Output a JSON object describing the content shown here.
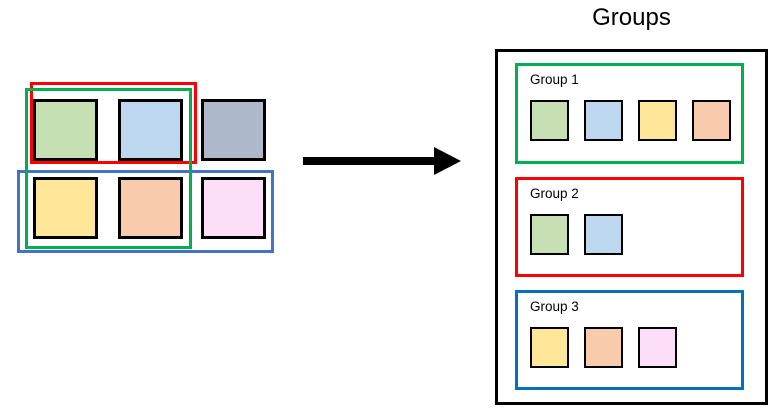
{
  "colors": {
    "square_green": "#C6E0B4",
    "square_blue": "#BDD7EE",
    "square_gray": "#ADB9CA",
    "square_yellow": "#FFE699",
    "square_orange": "#F8CBAD",
    "square_pink": "#FCDEF8",
    "box_black": "#000000",
    "arrow_black": "#000000"
  },
  "left_figure": {
    "rows": [
      [
        "green",
        "blue",
        "gray"
      ],
      [
        "yellow",
        "orange",
        "pink"
      ]
    ],
    "outlines": [
      {
        "name": "red-outline",
        "color": "#FF0000",
        "encloses": [
          "green",
          "blue"
        ]
      },
      {
        "name": "green-outline",
        "color": "#00B050",
        "encloses": [
          "green",
          "blue",
          "yellow",
          "orange"
        ]
      },
      {
        "name": "blue-outline",
        "color": "#4472C4",
        "encloses": [
          "yellow",
          "orange",
          "pink"
        ]
      }
    ]
  },
  "arrow": {
    "icon": "arrow-right",
    "color": "#000000"
  },
  "groups_panel": {
    "title": "Groups",
    "groups": [
      {
        "label": "Group 1",
        "outline_color": "#00B050",
        "squares": [
          "green",
          "blue",
          "yellow",
          "orange"
        ]
      },
      {
        "label": "Group 2",
        "outline_color": "#FF0000",
        "squares": [
          "green",
          "blue"
        ]
      },
      {
        "label": "Group 3",
        "outline_color": "#0070C0",
        "squares": [
          "yellow",
          "orange",
          "pink"
        ]
      }
    ]
  }
}
